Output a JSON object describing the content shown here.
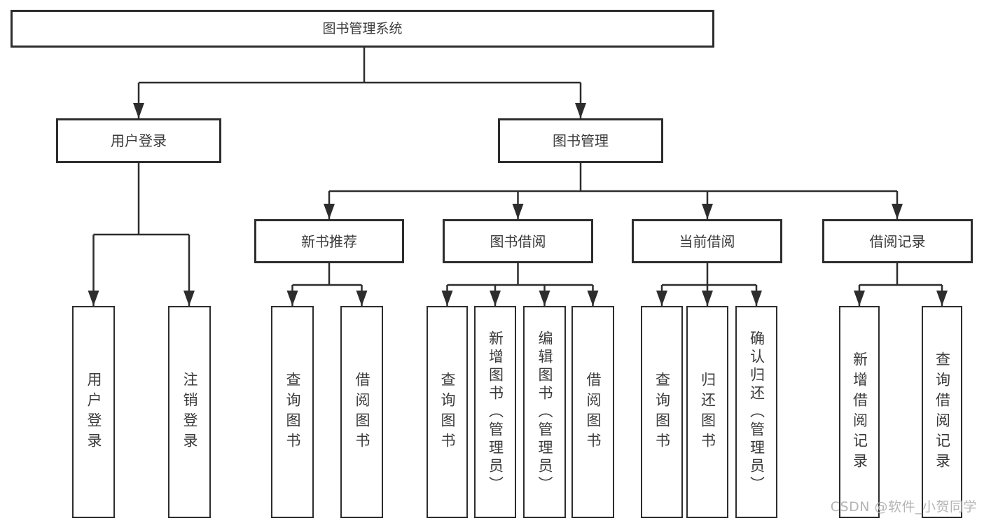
{
  "diagram": {
    "type": "tree",
    "title": "图书管理系统"
  },
  "tree": {
    "label": "图书管理系统",
    "children": [
      {
        "label": "用户登录",
        "children": [
          {
            "label": "用户登录"
          },
          {
            "label": "注销登录"
          }
        ]
      },
      {
        "label": "图书管理",
        "children": [
          {
            "label": "新书推荐",
            "children": [
              {
                "label": "查询图书"
              },
              {
                "label": "借阅图书"
              }
            ]
          },
          {
            "label": "图书借阅",
            "children": [
              {
                "label": "查询图书"
              },
              {
                "label": "新增图书（管理员）"
              },
              {
                "label": "编辑图书（管理员）"
              },
              {
                "label": "借阅图书"
              }
            ]
          },
          {
            "label": "当前借阅",
            "children": [
              {
                "label": "查询图书"
              },
              {
                "label": "归还图书"
              },
              {
                "label": "确认归还（管理员）"
              }
            ]
          },
          {
            "label": "借阅记录",
            "children": [
              {
                "label": "新增借阅记录"
              },
              {
                "label": "查询借阅记录"
              }
            ]
          }
        ]
      }
    ]
  },
  "watermark": {
    "text": "CSDN @软件_小贺同学"
  },
  "colors": {
    "line": "#2d2d2d",
    "box_border": "#2d2d2d",
    "text": "#3a3a3a",
    "watermark": "#b5b5b5",
    "background": "#ffffff"
  }
}
